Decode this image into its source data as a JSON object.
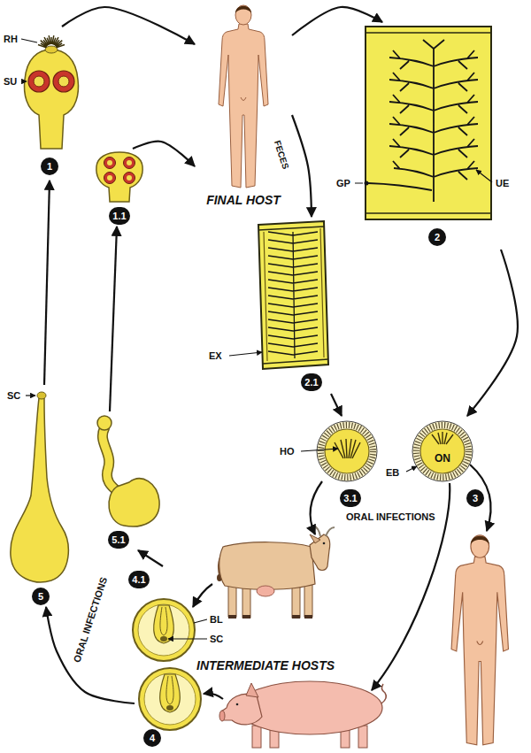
{
  "diagram": {
    "nodes": [
      {
        "text": [
          "FINAL HOST"
        ]
      },
      {
        "text": [
          "RH",
          "SU",
          "1"
        ]
      },
      {
        "text": [
          "GP",
          "UE",
          "2"
        ]
      },
      {
        "text": [
          "1.1"
        ]
      },
      {
        "text": [
          "EX",
          "2.1"
        ]
      },
      {
        "text": [
          "HO",
          "3.1"
        ]
      },
      {
        "text": [
          "EB",
          "ON",
          "3"
        ]
      },
      {
        "text": [
          "SC",
          "5"
        ]
      },
      {
        "text": [
          "5.1"
        ]
      },
      {
        "text": [
          "BL",
          "SC",
          "4.1"
        ]
      },
      {
        "text": [
          "4"
        ]
      }
    ],
    "edges": [
      {
        "from": 1,
        "to": 0,
        "arrow": "to"
      },
      {
        "from": 3,
        "to": 0,
        "arrow": "to"
      },
      {
        "from": 0,
        "to": 2,
        "arrow": "to"
      },
      {
        "from": 0,
        "to": 4,
        "arrow": "to",
        "label": "FECES"
      },
      {
        "from": 2,
        "to": 6,
        "arrow": "to"
      },
      {
        "from": 4,
        "to": 5,
        "arrow": "to"
      },
      {
        "from": 10,
        "to": 7,
        "arrow": "to",
        "label": "ORAL INFECTIONS"
      },
      {
        "from": 9,
        "to": 8,
        "arrow": "to"
      },
      {
        "from": 7,
        "to": 1,
        "arrow": "to"
      },
      {
        "from": 8,
        "to": 3,
        "arrow": "to"
      }
    ],
    "labels": [
      "INTERMEDIATE HOSTS",
      "ORAL INFECTIONS"
    ]
  }
}
